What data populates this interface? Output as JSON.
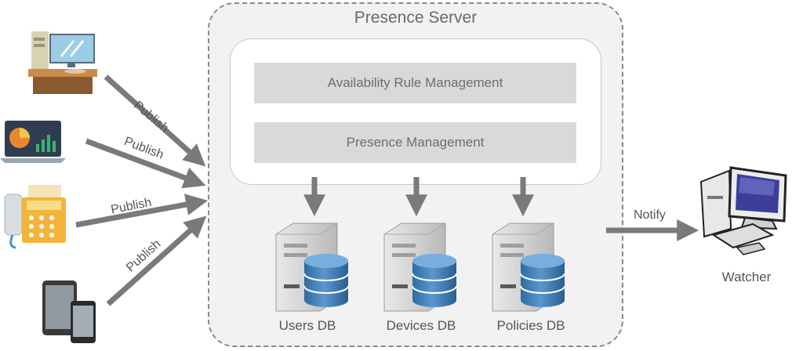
{
  "server": {
    "title": "Presence Server",
    "rule_management_label": "Availability Rule Management",
    "presence_management_label": "Presence Management"
  },
  "databases": [
    {
      "label": "Users DB"
    },
    {
      "label": "Devices DB"
    },
    {
      "label": "Policies DB"
    }
  ],
  "publish_arrows": [
    {
      "label": "Publish"
    },
    {
      "label": "Publish"
    },
    {
      "label": "Publish"
    },
    {
      "label": "Publish"
    }
  ],
  "notify_label": "Notify",
  "watcher_label": "Watcher",
  "colors": {
    "arrow": "#7a7a7a",
    "db_blue": "#3d77ad",
    "server_box": "#f2f2f2",
    "bar": "#d9d9d9"
  }
}
